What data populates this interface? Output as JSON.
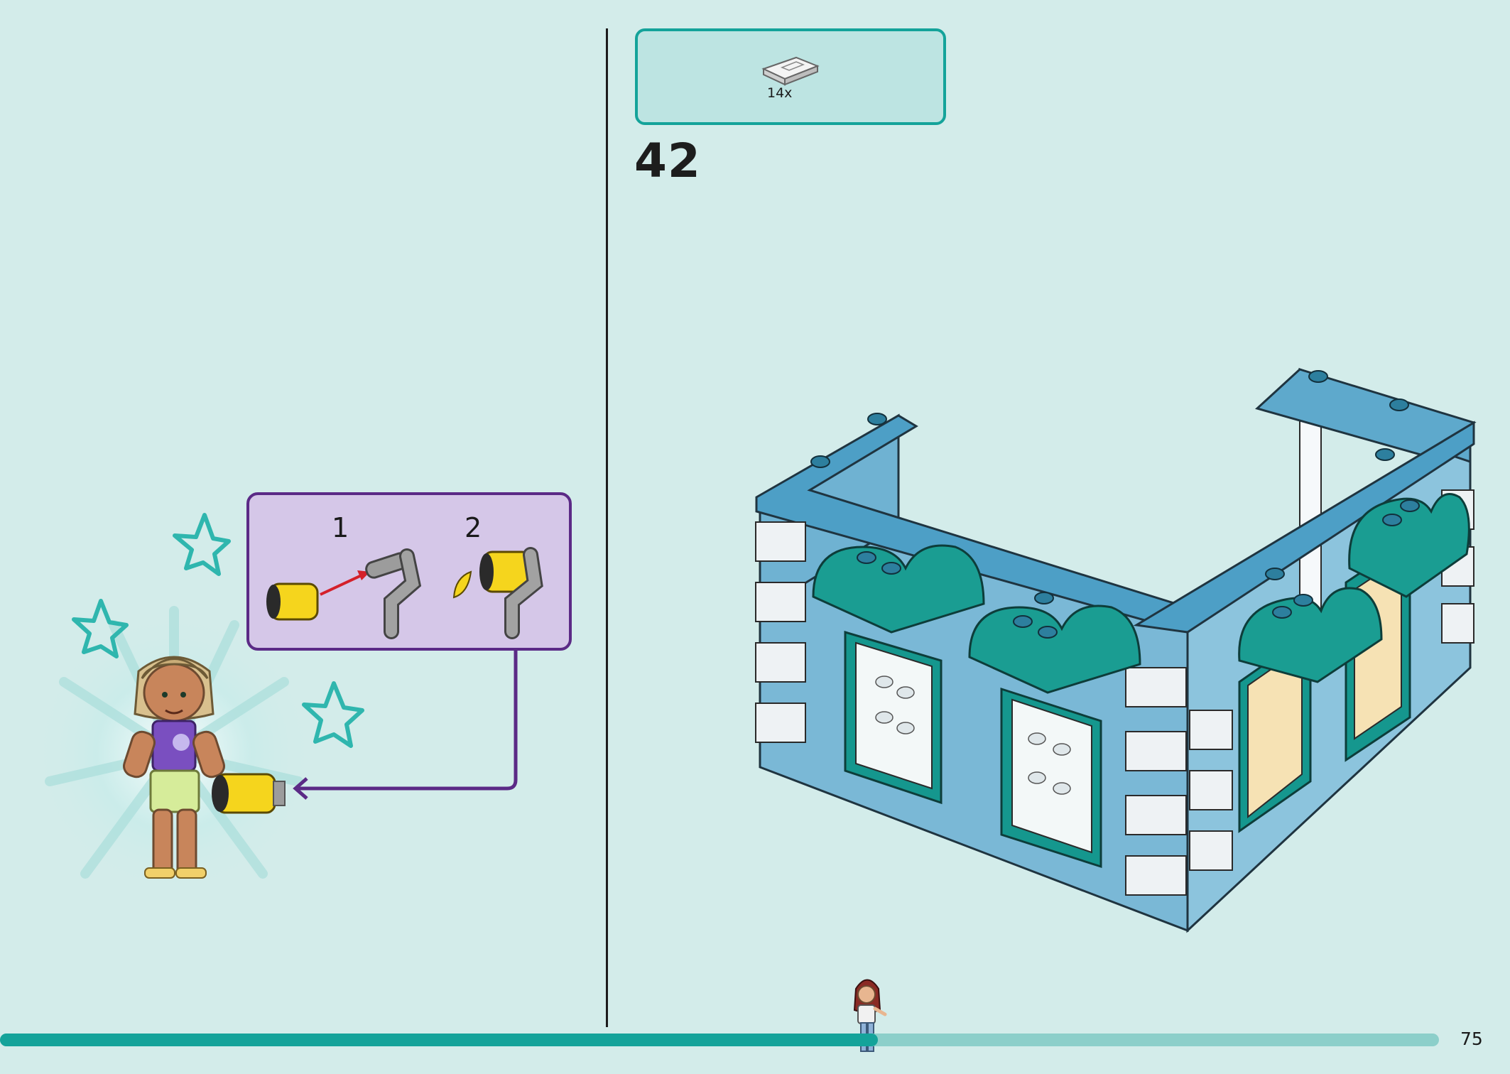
{
  "parts_list": {
    "count": "14x"
  },
  "step": {
    "number": "42"
  },
  "subassembly": {
    "steps": [
      "1",
      "2"
    ]
  },
  "footer": {
    "page_number": "75",
    "progress": 0.61
  },
  "colors": {
    "background": "#d3ecea",
    "accent_teal": "#14a39a",
    "subassembly_border": "#5b2a86",
    "subassembly_fill": "#d5c7e8",
    "progress_filled": "#14a39a",
    "progress_track": "#8ccfca"
  }
}
